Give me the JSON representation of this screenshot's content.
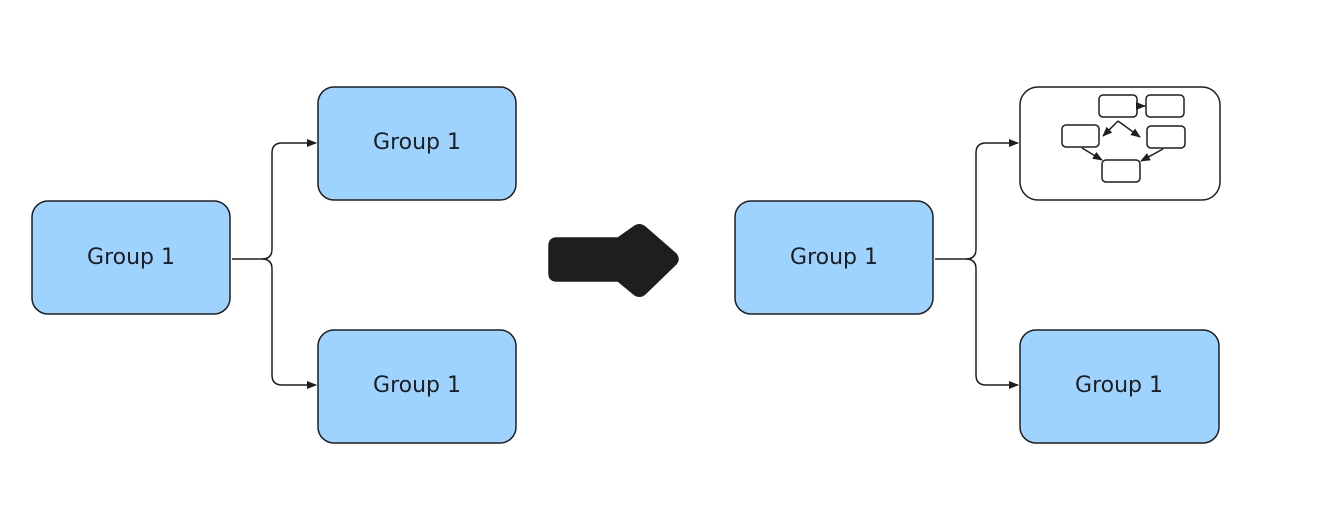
{
  "diagram": {
    "before": {
      "source_node": {
        "label": "Group 1"
      },
      "target_top": {
        "label": "Group 1"
      },
      "target_bottom": {
        "label": "Group 1"
      }
    },
    "transition_arrow": {
      "icon": "right-arrow-icon",
      "color": "#1e1e1e"
    },
    "after": {
      "source_node": {
        "label": "Group 1"
      },
      "target_top": {
        "icon": "flowchart-thumbnail-icon"
      },
      "target_bottom": {
        "label": "Group 1"
      }
    },
    "colors": {
      "node_fill": "#9fd3ff",
      "stroke": "#1e1e1e"
    }
  }
}
